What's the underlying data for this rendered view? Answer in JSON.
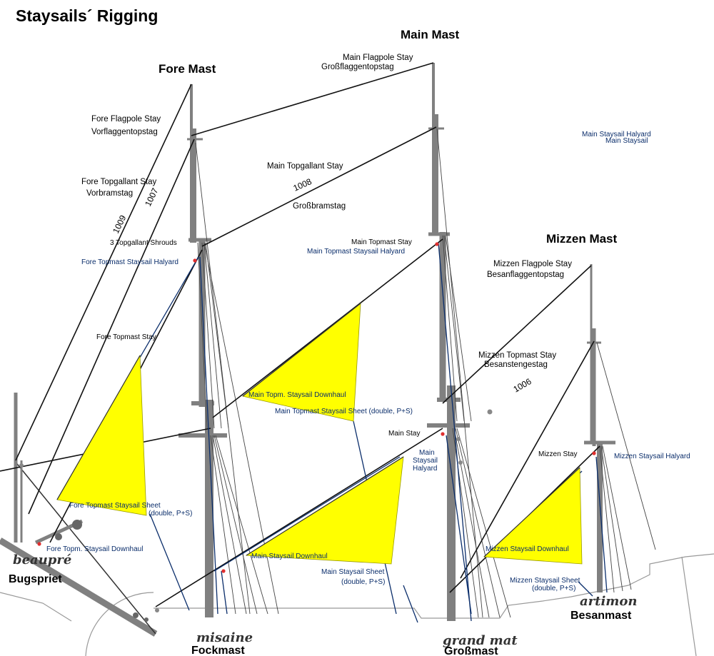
{
  "title": "Staysails´ Rigging",
  "masts": {
    "fore": "Fore Mast",
    "main": "Main Mast",
    "mizzen": "Mizzen Mast"
  },
  "stays": {
    "fore_flagpole_en": "Fore Flagpole Stay",
    "fore_flagpole_de": "Vorflaggentopstag",
    "fore_topgallant_en": "Fore Topgallant Stay",
    "fore_topgallant_de": "Vorbramstag",
    "num_1009": "1009",
    "num_1007": "1007",
    "topgallant_shrouds": "3 Topgallant Shrouds",
    "fore_topmast_staysail_halyard": "Fore Topmast Staysail Halyard",
    "fore_topmast_stay": "Fore Topmast Stay",
    "main_flagpole_en": "Main Flagpole Stay",
    "main_flagpole_de": "Großflaggentopstag",
    "main_topgallant_en": "Main Topgallant Stay",
    "num_1008": "1008",
    "main_topgallant_de": "Großbramstag",
    "main_topmast_stay": "Main Topmast Stay",
    "main_topmast_staysail_halyard": "Main Topmast Staysail Halyard",
    "main_topm_staysail_downhaul": "Main Topm. Staysail Downhaul",
    "main_topmast_staysail_sheet": "Main Topmast Staysail Sheet  (double, P+S)",
    "main_stay": "Main Stay",
    "main_staysail_halyard_1": "Main",
    "main_staysail_halyard_2": "Staysail",
    "main_staysail_halyard_3": "Halyard",
    "main_staysail_downhaul": "Main Staysail Downhaul",
    "main_staysail_sheet_1": "Main Staysail Sheet",
    "main_staysail_sheet_2": "(double, P+S)",
    "main_staysail_halyard_note_1": "Main Staysail Halyard",
    "main_staysail_halyard_note_2": "Main Staysail",
    "mizzen_flagpole_en": "Mizzen Flagpole Stay",
    "mizzen_flagpole_de": "Besanflaggentopstag",
    "mizzen_topmast_en": "Mizzen Topmast Stay",
    "mizzen_topmast_de": "Besanstengestag",
    "num_1006": "1006",
    "mizzen_stay": "Mizzen Stay",
    "mizzen_staysail_halyard": "Mizzen Staysail Halyard",
    "mizzen_staysail_downhaul": "Mizzen Staysail Downhaul",
    "mizzen_staysail_sheet_1": "Mizzen Staysail Sheet",
    "mizzen_staysail_sheet_2": "(double, P+S)",
    "fore_topmast_staysail_sheet_1": "Fore Topmast Staysail Sheet",
    "fore_topmast_staysail_sheet_2": "(double, P+S)",
    "fore_topm_staysail_downhaul": "Fore Topm. Staysail Downhaul"
  },
  "bottom_labels": {
    "beaupre": "beaupré",
    "bugspriet": "Bugspriet",
    "misaine": "misaine",
    "fockmast": "Fockmast",
    "grand_mat": "grand mat",
    "grossmast": "Großmast",
    "artimon": "artimon",
    "besanmast": "Besanmast"
  },
  "colors": {
    "sail": "#ffff00",
    "mast": "#808080",
    "stay": "#111111",
    "running_rigging": "#0b2e6b",
    "shroud": "#444444",
    "block": "#e03030"
  }
}
